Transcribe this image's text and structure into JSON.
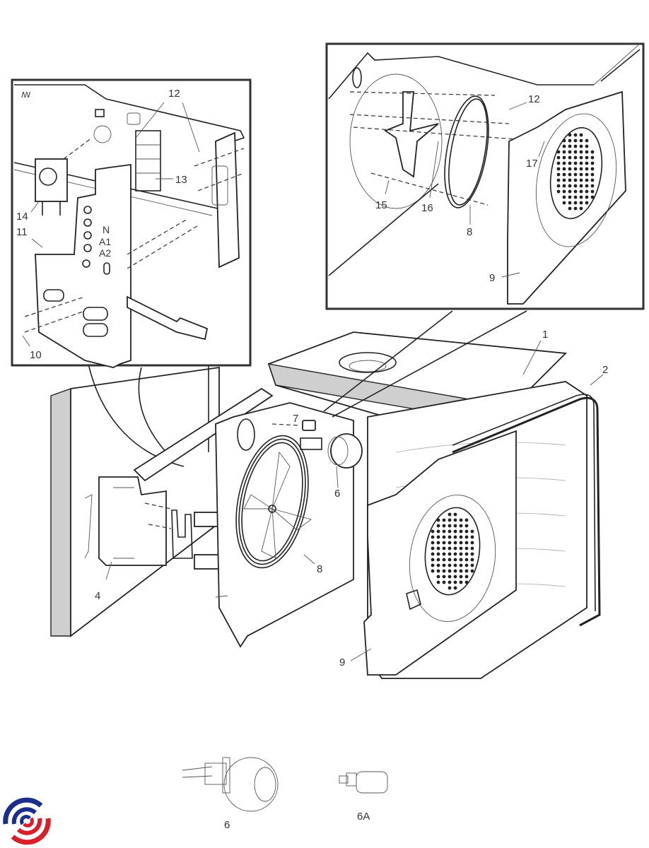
{
  "diagram": {
    "title": "Oven cavity exploded parts diagram",
    "main_labels": {
      "top_cover": "1",
      "door_seal": "2",
      "side_bracket": "4",
      "lamp_assembly": "6",
      "lamp_holder": "7",
      "heating_element": "8",
      "back_panel": "9"
    },
    "inset_left_labels": {
      "screw": "10",
      "terminal_bracket": "11",
      "screw_a": "12",
      "screw_b": "12",
      "terminal_block": "13",
      "fan_motor": "14",
      "terminal_markings": [
        "N",
        "A1",
        "A2"
      ]
    },
    "inset_right_labels": {
      "screw": "12",
      "fan_blade": "15",
      "nut": "16",
      "panel_screw": "17",
      "heating_element": "8",
      "back_panel": "9"
    },
    "spare_parts": [
      {
        "label": "6",
        "name": "lamp-assembly"
      },
      {
        "label": "6A",
        "name": "lamp-bulb"
      }
    ],
    "logo": {
      "name": "brand-logo",
      "colors": [
        "#1a2f8a",
        "#d8202a"
      ]
    }
  }
}
